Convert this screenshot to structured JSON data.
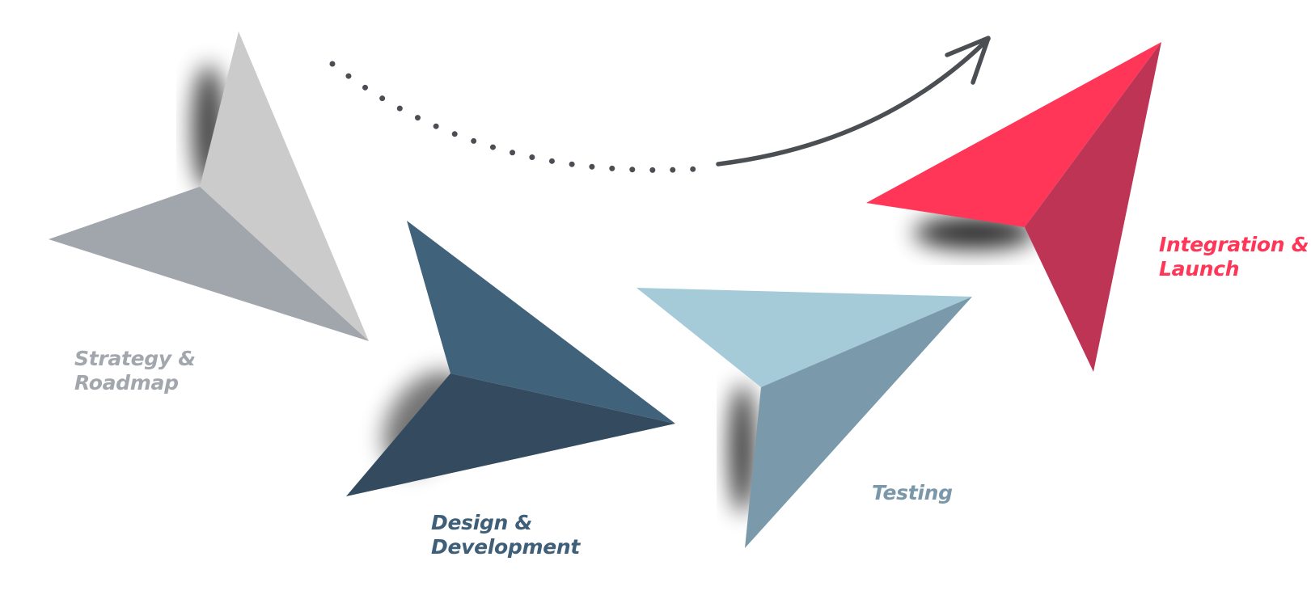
{
  "stages": [
    {
      "id": "strategy",
      "lines": [
        "Strategy &",
        "Roadmap"
      ],
      "label_color": "#a2a6ad",
      "face_light": "#cbcbcc",
      "face_dark": "#a1a5ac"
    },
    {
      "id": "design",
      "lines": [
        "Design &",
        "Development"
      ],
      "label_color": "#3f5f79",
      "face_light": "#41627b",
      "face_dark": "#344a5f"
    },
    {
      "id": "testing",
      "lines": [
        "Testing"
      ],
      "label_color": "#7a98aa",
      "face_light": "#a5cad8",
      "face_dark": "#7a99ab"
    },
    {
      "id": "launch",
      "lines": [
        "Integration &",
        "Launch"
      ],
      "label_color": "#ff3658",
      "face_light": "#ff3658",
      "face_dark": "#bd3455"
    }
  ],
  "arrow_color": "#4b4f54"
}
